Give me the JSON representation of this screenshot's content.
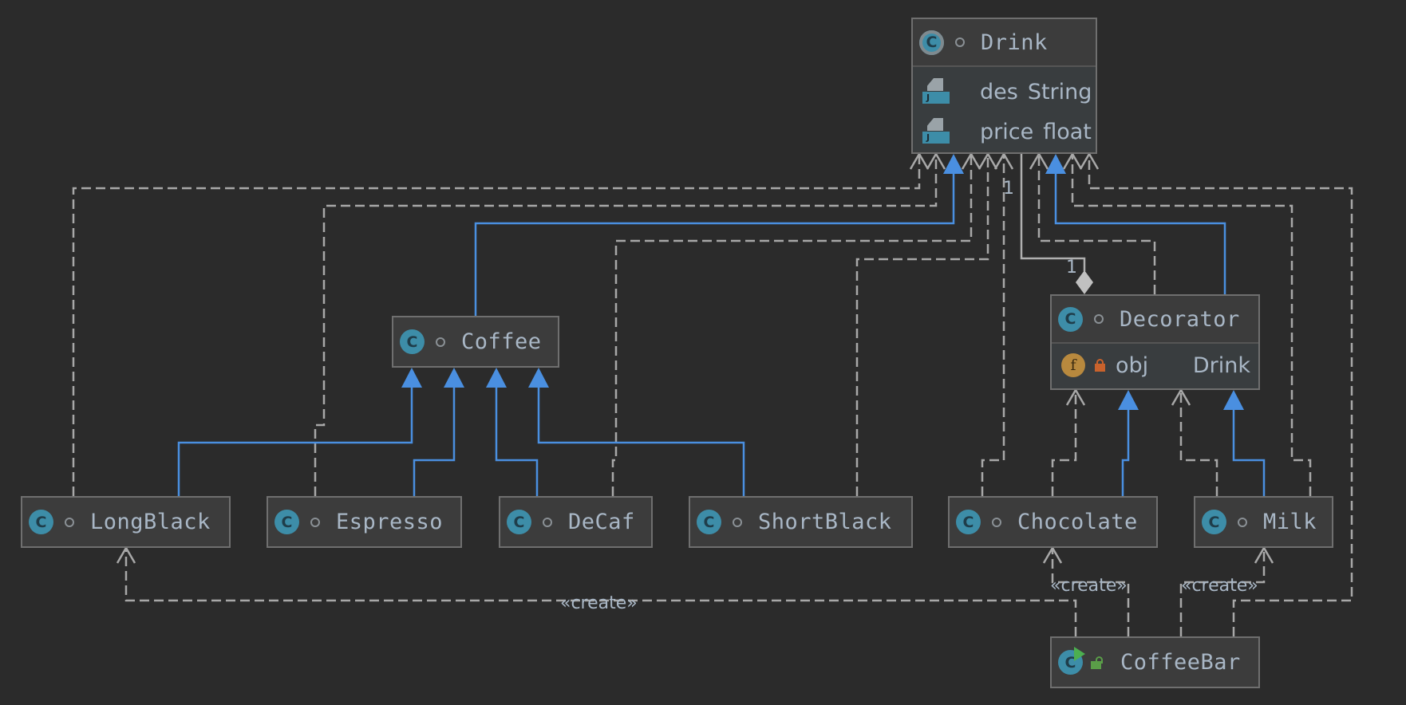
{
  "diagram": {
    "type": "uml-class-diagram",
    "nodes": {
      "drink": {
        "name": "Drink",
        "kind": "abstract-class",
        "fields": [
          {
            "name": "des",
            "type": "String",
            "icon": "java-field-icon"
          },
          {
            "name": "price",
            "type": "float",
            "icon": "java-field-icon"
          }
        ]
      },
      "coffee": {
        "name": "Coffee",
        "kind": "class"
      },
      "decorator": {
        "name": "Decorator",
        "kind": "class",
        "fields": [
          {
            "name": "obj",
            "type": "Drink",
            "visibility": "private",
            "icon": "field-icon"
          }
        ]
      },
      "longblack": {
        "name": "LongBlack",
        "kind": "class"
      },
      "espresso": {
        "name": "Espresso",
        "kind": "class"
      },
      "decaf": {
        "name": "DeCaf",
        "kind": "class"
      },
      "shortblack": {
        "name": "ShortBlack",
        "kind": "class"
      },
      "chocolate": {
        "name": "Chocolate",
        "kind": "class"
      },
      "milk": {
        "name": "Milk",
        "kind": "class"
      },
      "coffeebar": {
        "name": "CoffeeBar",
        "kind": "runnable-class",
        "visibility": "public"
      }
    },
    "edges": [
      {
        "from": "Coffee",
        "to": "Drink",
        "type": "generalization"
      },
      {
        "from": "Decorator",
        "to": "Drink",
        "type": "generalization"
      },
      {
        "from": "LongBlack",
        "to": "Coffee",
        "type": "generalization"
      },
      {
        "from": "Espresso",
        "to": "Coffee",
        "type": "generalization"
      },
      {
        "from": "DeCaf",
        "to": "Coffee",
        "type": "generalization"
      },
      {
        "from": "ShortBlack",
        "to": "Coffee",
        "type": "generalization"
      },
      {
        "from": "Chocolate",
        "to": "Decorator",
        "type": "generalization"
      },
      {
        "from": "Milk",
        "to": "Decorator",
        "type": "generalization"
      },
      {
        "from": "Decorator",
        "to": "Drink",
        "type": "composition",
        "multiplicity_source": "1",
        "multiplicity_target": "1"
      },
      {
        "from": "LongBlack",
        "to": "Drink",
        "type": "dependency"
      },
      {
        "from": "Espresso",
        "to": "Drink",
        "type": "dependency"
      },
      {
        "from": "DeCaf",
        "to": "Drink",
        "type": "dependency"
      },
      {
        "from": "ShortBlack",
        "to": "Drink",
        "type": "dependency"
      },
      {
        "from": "Chocolate",
        "to": "Drink",
        "type": "dependency"
      },
      {
        "from": "Decorator",
        "to": "Drink",
        "type": "dependency"
      },
      {
        "from": "Milk",
        "to": "Drink",
        "type": "dependency"
      },
      {
        "from": "Chocolate",
        "to": "Decorator",
        "type": "dependency"
      },
      {
        "from": "Milk",
        "to": "Decorator",
        "type": "dependency"
      },
      {
        "from": "CoffeeBar",
        "to": "LongBlack",
        "type": "dependency",
        "label": "«create»"
      },
      {
        "from": "CoffeeBar",
        "to": "Chocolate",
        "type": "dependency",
        "label": "«create»"
      },
      {
        "from": "CoffeeBar",
        "to": "Milk",
        "type": "dependency",
        "label": "«create»"
      },
      {
        "from": "CoffeeBar",
        "to": "Drink",
        "type": "dependency"
      }
    ],
    "labels": {
      "create_longblack": "«create»",
      "create_chocolate": "«create»",
      "create_milk": "«create»",
      "mult_drink": "1",
      "mult_decorator": "1"
    },
    "colors": {
      "background": "#2b2b2b",
      "generalization": "#4a8fe0",
      "dependency": "#a8a8a8",
      "node_fill": "#3c3c3c",
      "text": "#a9b7c6"
    },
    "icons": {
      "class": "C",
      "field": "f",
      "java": "J"
    }
  }
}
